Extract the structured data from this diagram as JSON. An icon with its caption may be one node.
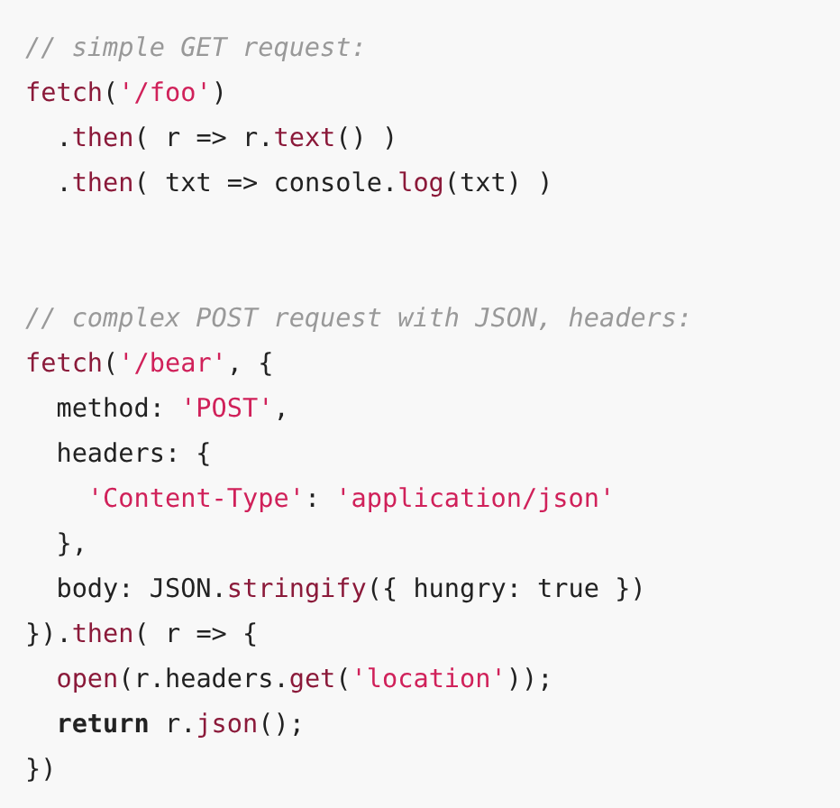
{
  "diagram": {
    "labels": [
      "// simple GET request:",
      "fetch('/foo')",
      "  .then( r => r.text() )",
      "  .then( txt => console.log(txt) )",
      "// complex POST request with JSON, headers:",
      "fetch('/bear', {",
      "  method: 'POST',",
      "  headers: {",
      "    'Content-Type': 'application/json'",
      "  },",
      "  body: JSON.stringify({ hungry: true })",
      "}).then( r => {",
      "  open(r.headers.get('location'));",
      "  **return** r.json();",
      "})"
    ]
  }
}
